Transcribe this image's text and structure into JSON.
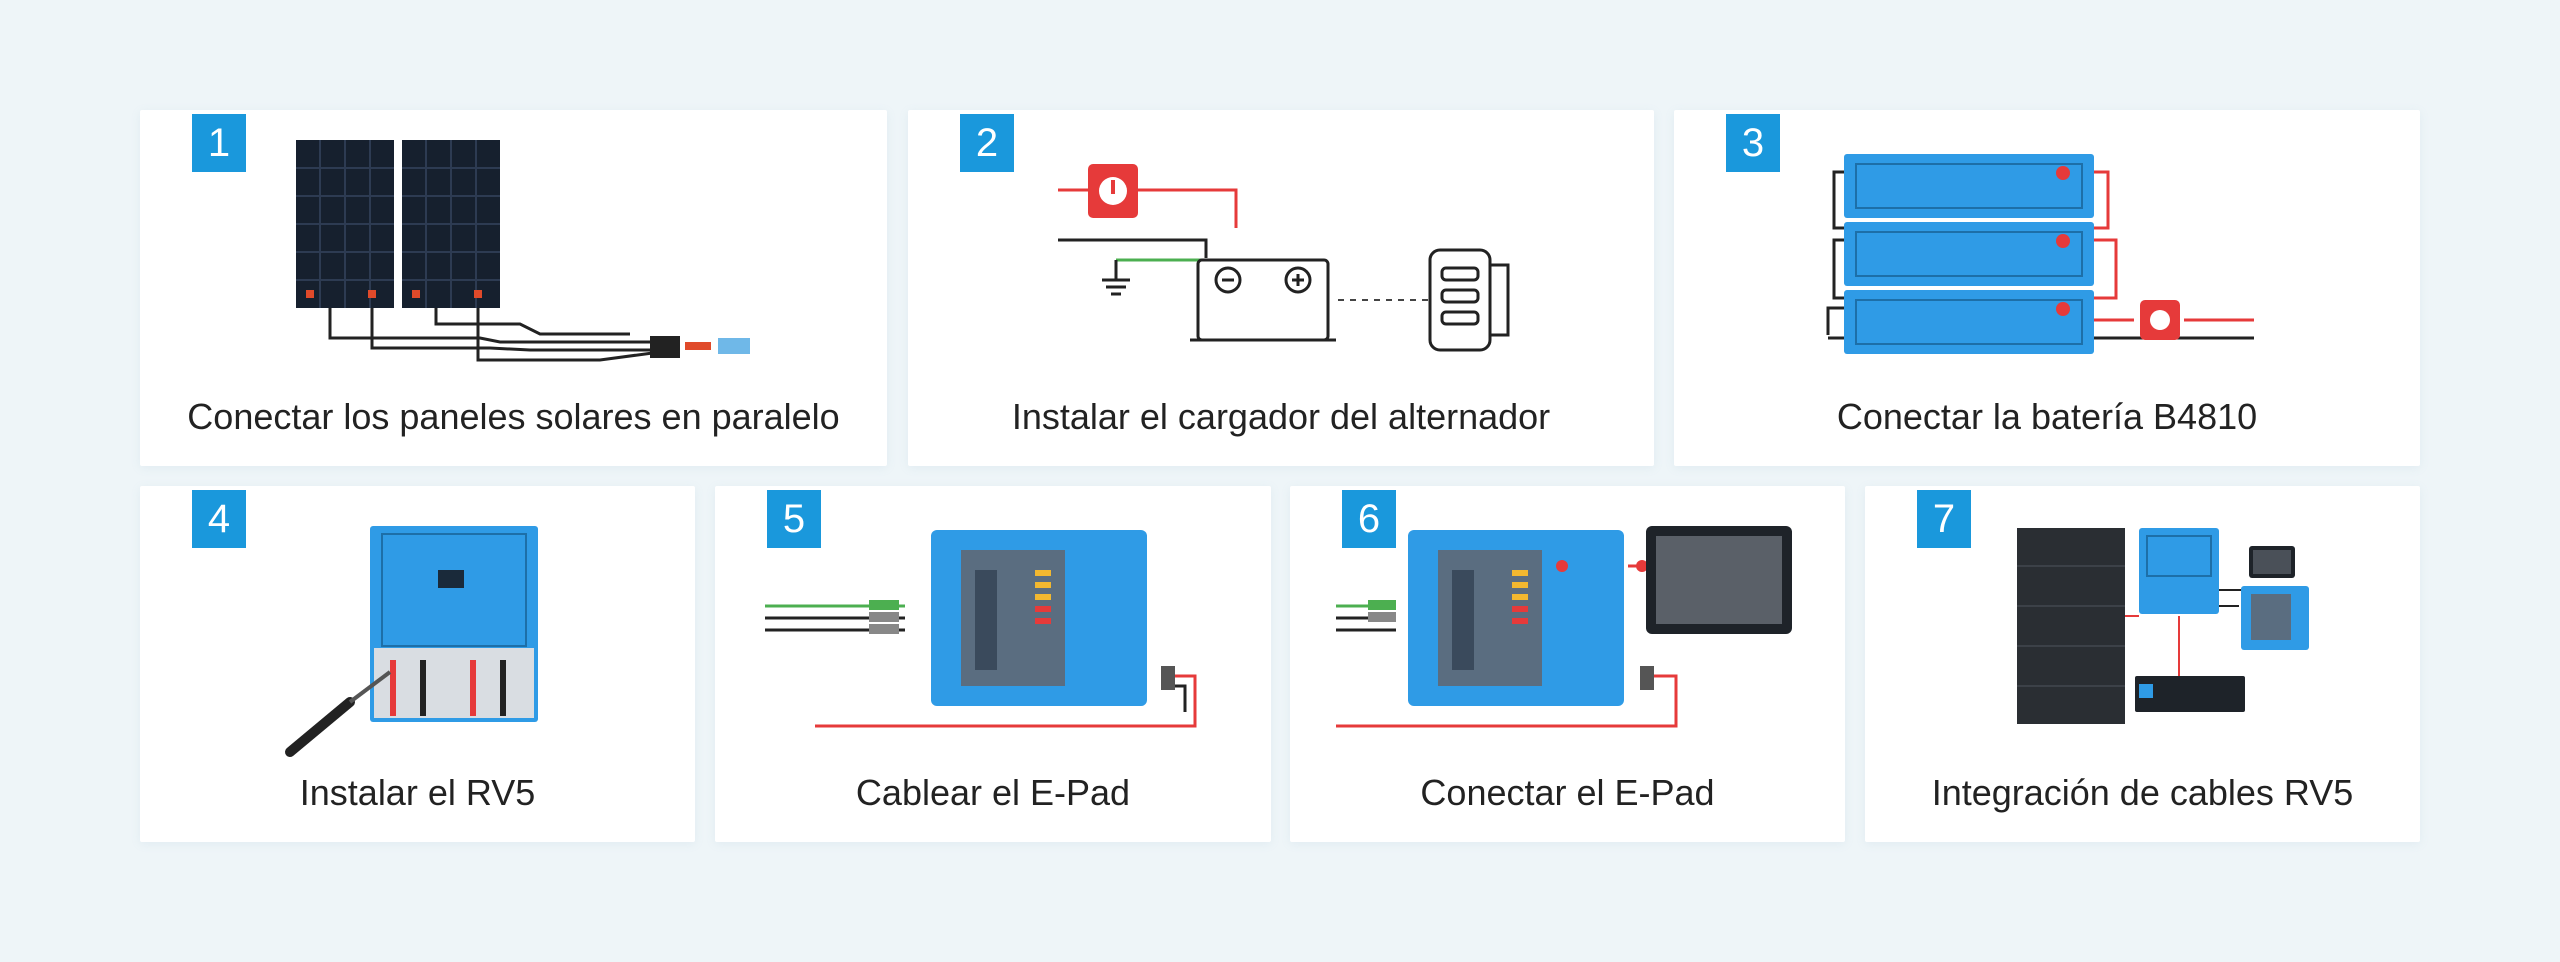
{
  "steps": [
    {
      "number": "1",
      "label": "Conectar los paneles solares en paralelo"
    },
    {
      "number": "2",
      "label": "Instalar el cargador del alternador"
    },
    {
      "number": "3",
      "label": "Conectar la batería B4810"
    },
    {
      "number": "4",
      "label": "Instalar el RV5"
    },
    {
      "number": "5",
      "label": "Cablear el E-Pad"
    },
    {
      "number": "6",
      "label": "Conectar el E-Pad"
    },
    {
      "number": "7",
      "label": "Integración de cables RV5"
    }
  ],
  "colors": {
    "accent": "#1a98dc",
    "device_blue": "#2f9be6",
    "wire_red": "#e63a3a",
    "background": "#eef5f8"
  },
  "icons": [
    "solar-panel-icon",
    "battery-switch-icon",
    "battery-icon",
    "alternator-icon",
    "inverter-icon",
    "screwdriver-icon",
    "e-pad-icon",
    "touch-display-icon"
  ]
}
